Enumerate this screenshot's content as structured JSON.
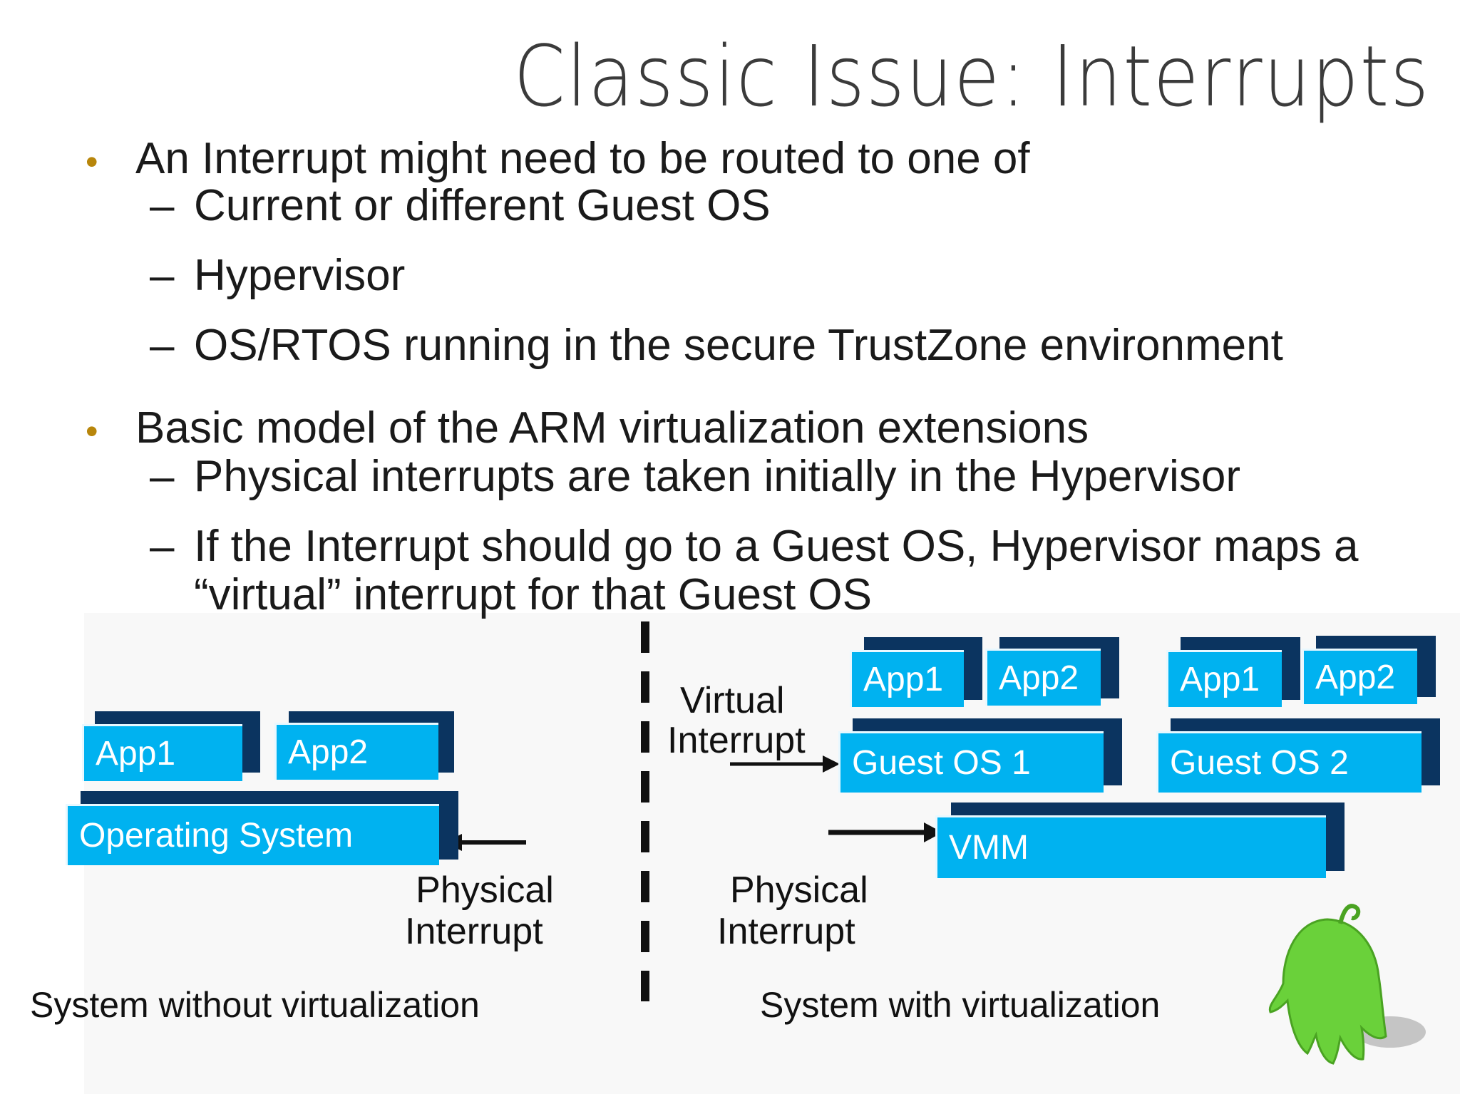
{
  "title": "Classic Issue: Interrupts",
  "bullets": [
    {
      "text": "An Interrupt might need to be routed to one of",
      "subs": [
        "Current or different Guest OS",
        "Hypervisor",
        "OS/RTOS running in the secure TrustZone environment"
      ]
    },
    {
      "text": "Basic model of the ARM virtualization extensions",
      "subs": [
        "Physical interrupts are taken initially in the Hypervisor",
        "If the Interrupt should go to a Guest OS, Hypervisor maps a",
        "“virtual” interrupt for that Guest OS"
      ]
    }
  ],
  "dash": "–",
  "bullet_symbol": "•",
  "left_diagram": {
    "app1": "App1",
    "app2": "App2",
    "os": "Operating System",
    "physical_line1": "Physical",
    "physical_line2": "Interrupt",
    "caption": "System without virtualization"
  },
  "right_diagram": {
    "guest1_app1": "App1",
    "guest1_app2": "App2",
    "guest2_app1": "App1",
    "guest2_app2": "App2",
    "guest_os_1": "Guest OS 1",
    "guest_os_2": "Guest OS 2",
    "vmm": "VMM",
    "virtual_line1": "Virtual",
    "virtual_line2": "Interrupt",
    "physical_line1": "Physical",
    "physical_line2": "Interrupt",
    "caption": "System with virtualization"
  },
  "colors": {
    "box_fill": "#00b2f0",
    "box_shadow": "#0b3460",
    "bullet": "#b8860b",
    "mascot": "#6ad13a"
  },
  "icons": {
    "mascot": "green-ghost-mascot-icon"
  }
}
